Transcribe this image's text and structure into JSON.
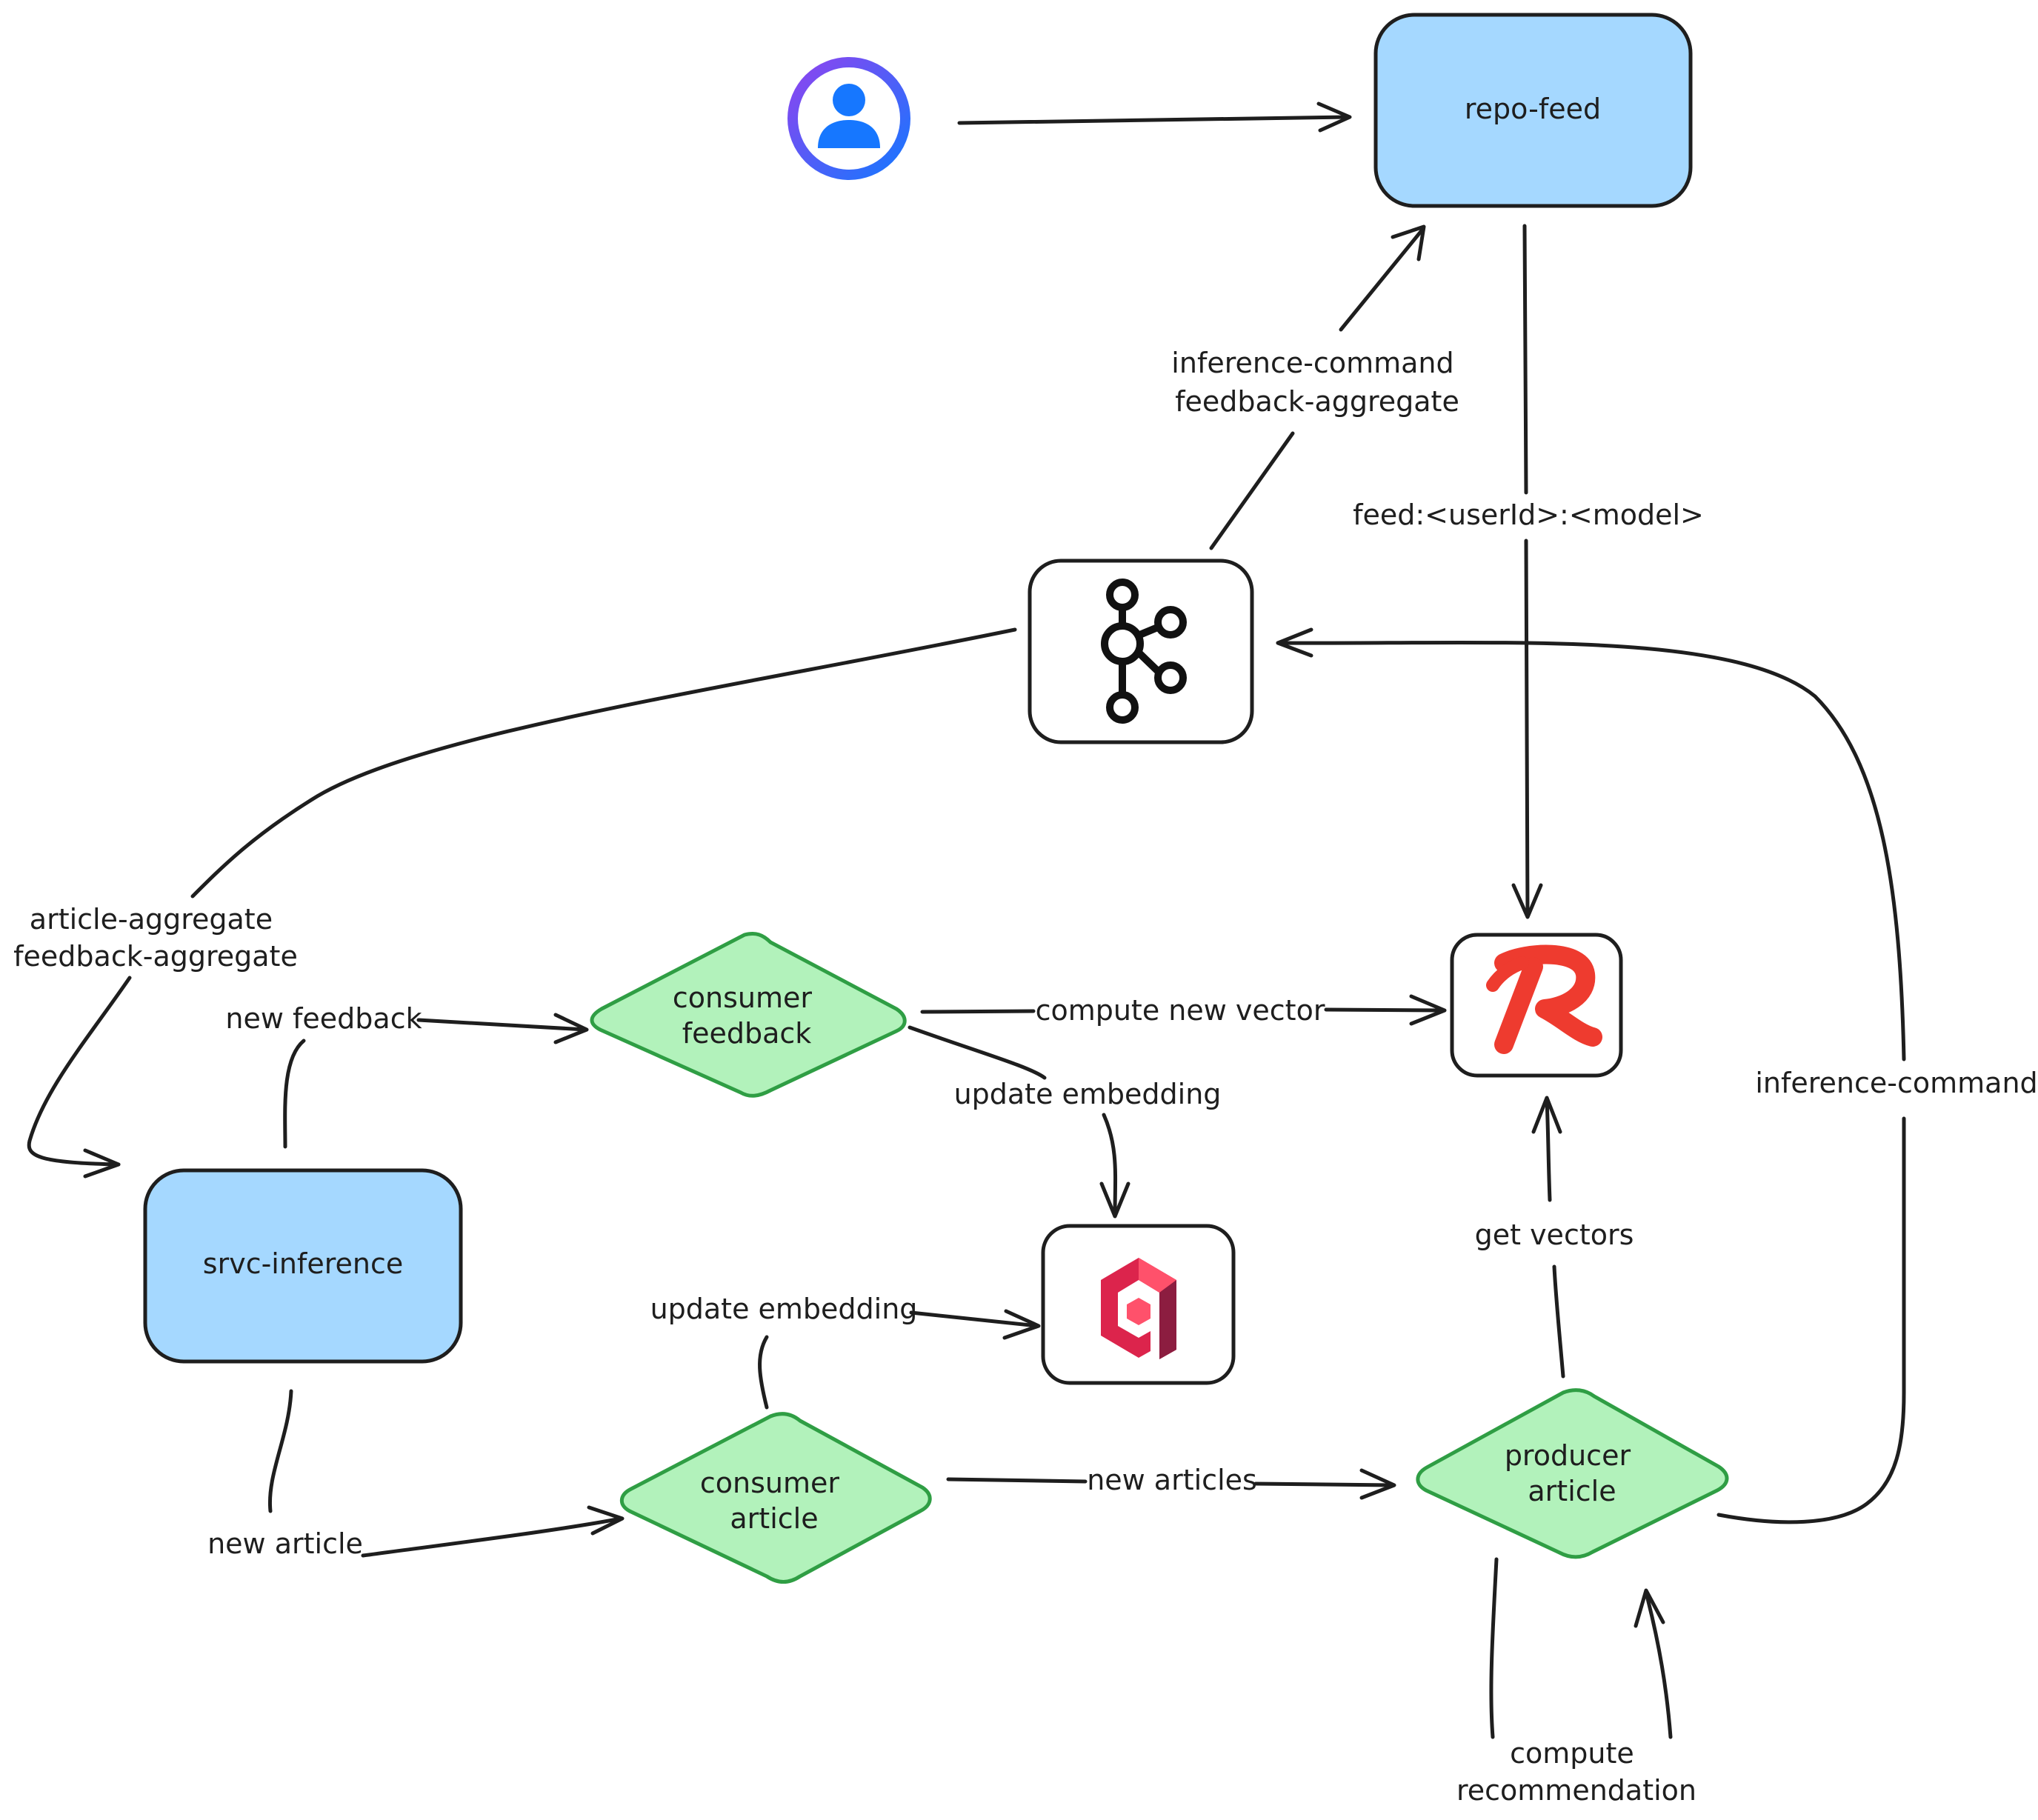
{
  "nodes": {
    "repo_feed": "repo-feed",
    "srvc_inference": "srvc-inference",
    "consumer_feedback": [
      "consumer",
      "feedback"
    ],
    "consumer_article": [
      "consumer",
      "article"
    ],
    "producer_article": [
      "producer",
      "article"
    ]
  },
  "icons": {
    "user": "user-avatar-icon",
    "kafka": "kafka-icon",
    "redis": "redis-icon",
    "qdrant": "qdrant-icon"
  },
  "edges": {
    "kafka_to_repo": [
      "inference-command",
      "feedback-aggregate"
    ],
    "repo_to_redis": "feed:<userId>:<model>",
    "kafka_to_srvc": [
      "article-aggregate",
      "feedback-aggregate"
    ],
    "srvc_to_consumer_feedback": "new feedback",
    "feedback_to_redis": "compute new vector",
    "feedback_to_qdrant": "update embedding",
    "article_to_qdrant": "update embedding",
    "srvc_to_consumer_article": "new article",
    "article_to_producer": "new articles",
    "producer_to_redis": "get vectors",
    "producer_to_kafka": "inference-command",
    "producer_self": [
      "compute",
      "recommendation"
    ]
  },
  "colors": {
    "service_fill": "#a5d8ff",
    "process_fill": "#b2f2bb",
    "process_stroke": "#2f9e44",
    "redis": "#ee3b2f",
    "qdrant": "#dc244c",
    "avatar_ring": "#8e44ef",
    "avatar_fill": "#1677ff"
  }
}
